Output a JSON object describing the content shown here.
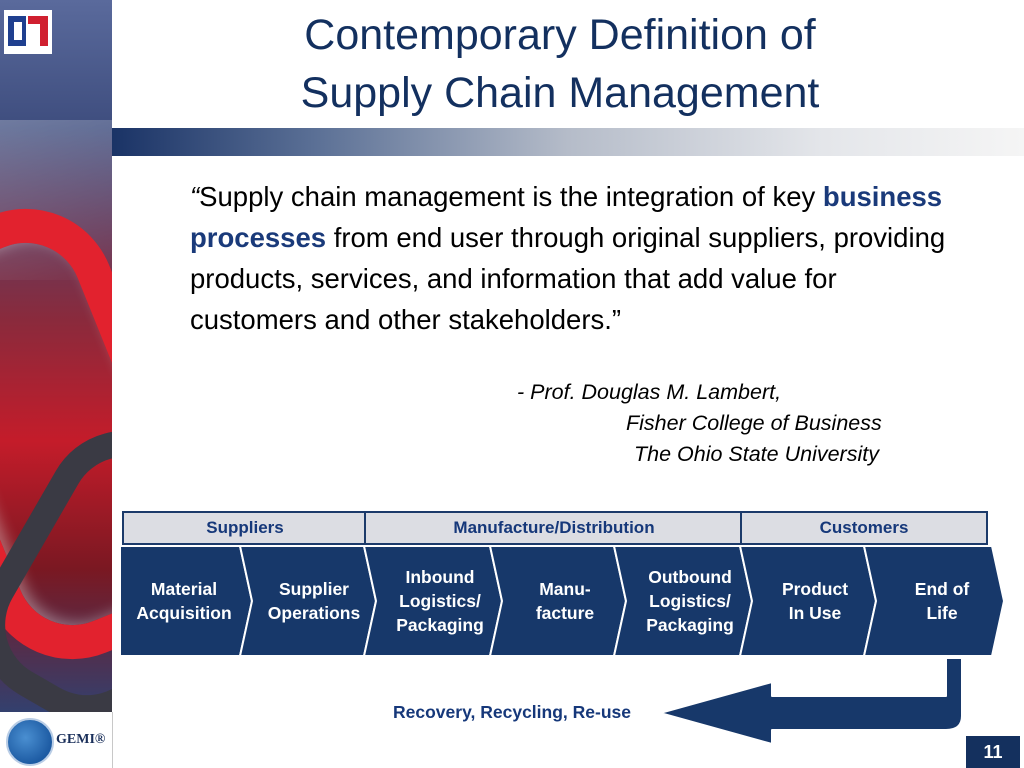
{
  "title_line1": "Contemporary Definition of",
  "title_line2": "Supply Chain Management",
  "quote": {
    "open_mark": "“",
    "part1": "Supply chain management is the integration of key ",
    "highlight": "business processes",
    "part2": " from end user through original suppliers, providing products, services, and information that add value for customers and other stakeholders.”"
  },
  "attribution": {
    "line1": "- Prof. Douglas M. Lambert,",
    "line2": "Fisher College of Business",
    "line3": "The Ohio State University"
  },
  "diagram": {
    "headers": [
      "Suppliers",
      "Manufacture/Distribution",
      "Customers"
    ],
    "stages": [
      "Material\nAcquisition",
      "Supplier\nOperations",
      "Inbound\nLogistics/\nPackaging",
      "Manu-\nfacture",
      "Outbound\nLogistics/\nPackaging",
      "Product\nIn Use",
      "End of\nLife"
    ],
    "recovery_label": "Recovery, Recycling, Re-use"
  },
  "logo_text": "GEMI®",
  "page_number": "11",
  "colors": {
    "navy": "#17386a",
    "title": "#13305f",
    "highlight": "#1a3a7a",
    "header_fill": "#dcdde3"
  },
  "icons": [
    "company-logo-icon",
    "gemi-globe-icon",
    "return-arrow-icon"
  ]
}
